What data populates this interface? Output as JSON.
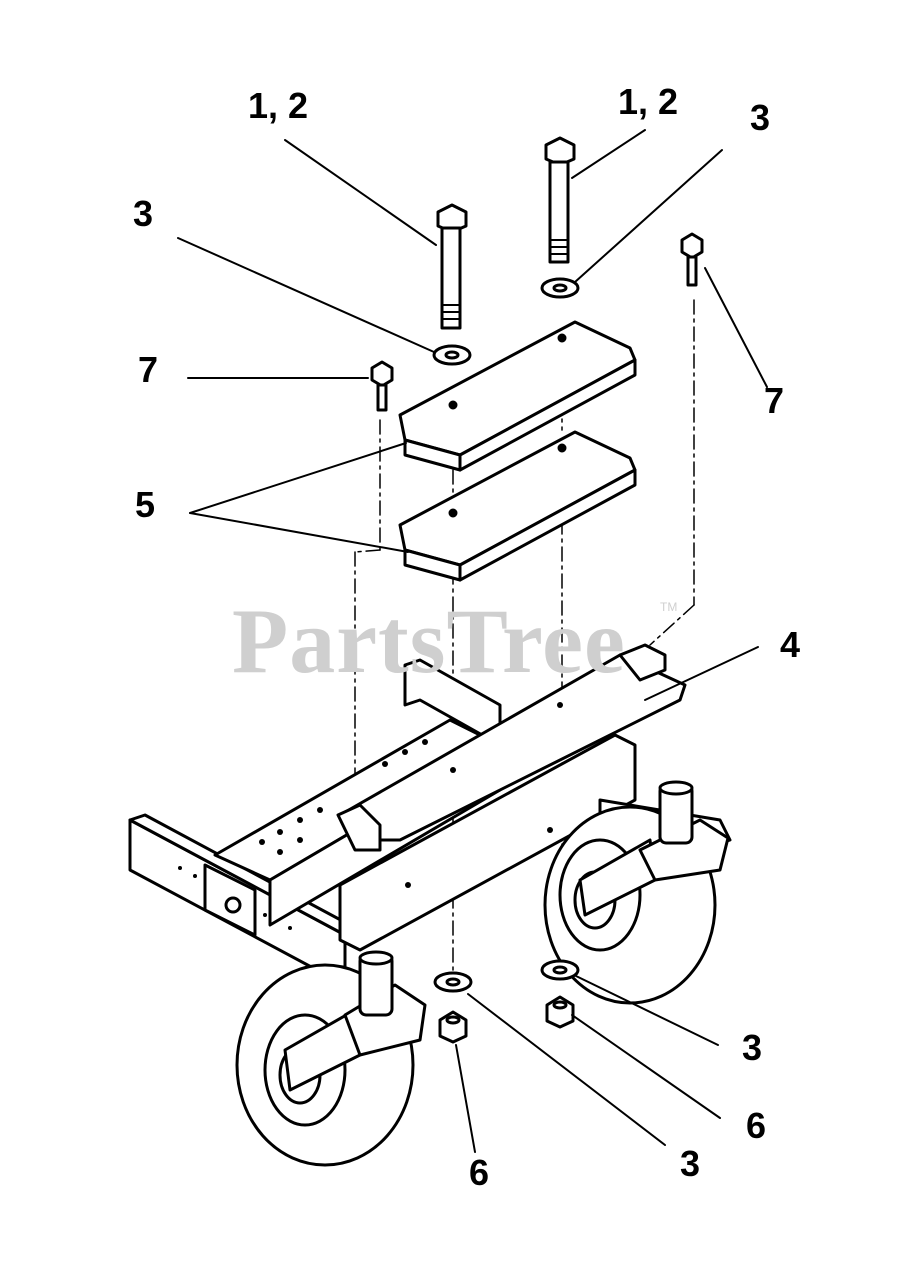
{
  "watermark": {
    "text": "PartsTree",
    "tm": "TM"
  },
  "callouts": [
    {
      "id": "c1",
      "text": "1, 2"
    },
    {
      "id": "c2",
      "text": "1, 2"
    },
    {
      "id": "c3",
      "text": "3"
    },
    {
      "id": "c4",
      "text": "3"
    },
    {
      "id": "c5",
      "text": "7"
    },
    {
      "id": "c6",
      "text": "7"
    },
    {
      "id": "c7",
      "text": "5"
    },
    {
      "id": "c8",
      "text": "4"
    },
    {
      "id": "c9",
      "text": "3"
    },
    {
      "id": "c10",
      "text": "6"
    },
    {
      "id": "c11",
      "text": "6"
    },
    {
      "id": "c12",
      "text": "3"
    }
  ],
  "colors": {
    "line": "#000000",
    "watermark": "#cfcfcf",
    "background": "#ffffff"
  }
}
